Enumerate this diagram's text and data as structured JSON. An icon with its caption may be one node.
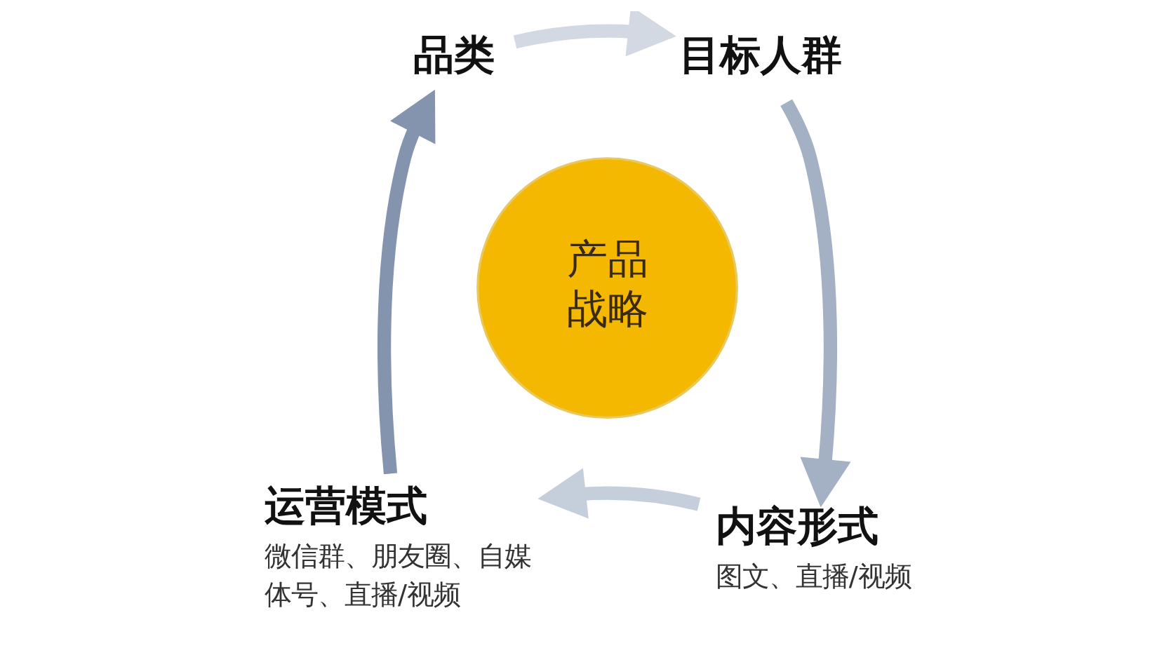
{
  "diagram": {
    "nodes": [
      {
        "text": [
          "品类"
        ]
      },
      {
        "text": [
          "目标人群"
        ]
      },
      {
        "text": [
          "产品战略"
        ]
      },
      {
        "text": [
          "运营模式",
          "微信群、朋友圈、自媒体号、直播/视频"
        ]
      },
      {
        "text": [
          "内容形式",
          "图文、直播/视频"
        ]
      }
    ],
    "edges": [
      {
        "from": 3,
        "to": 0,
        "arrow": "to",
        "color": "#8494ae"
      },
      {
        "from": 0,
        "to": 1,
        "arrow": "to",
        "color": "#d3d9e3"
      },
      {
        "from": 1,
        "to": 4,
        "arrow": "to",
        "color": "#a4b0c4"
      },
      {
        "from": 4,
        "to": 3,
        "arrow": "to",
        "color": "#c5cedb"
      }
    ]
  }
}
